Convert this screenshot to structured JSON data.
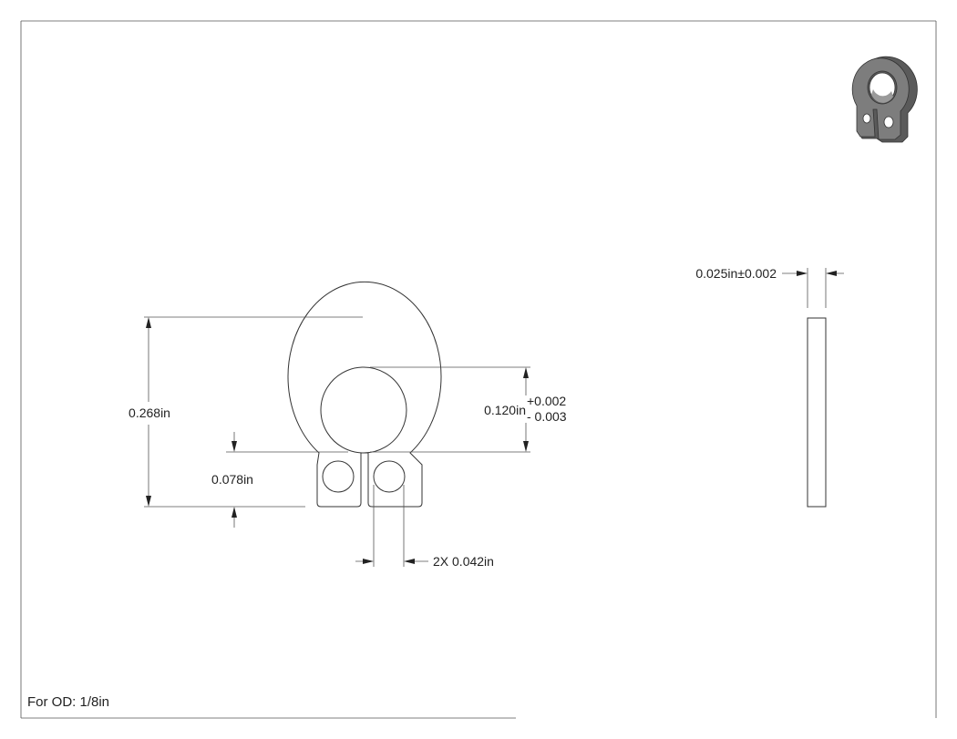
{
  "drawing": {
    "note": "For OD: 1/8in",
    "dimensions": {
      "overall_height": "0.268in",
      "inner_diameter": "0.120in",
      "inner_diameter_tol_plus": "+0.002",
      "inner_diameter_tol_minus": "- 0.003",
      "lug_height": "0.078in",
      "hole_diameter": "2X 0.042in",
      "thickness": "0.025in±0.002"
    },
    "colors": {
      "line": "#333333",
      "iso_dark": "#5a5a5a",
      "iso_mid": "#7d7d7d",
      "iso_light": "#9a9a9a"
    }
  }
}
